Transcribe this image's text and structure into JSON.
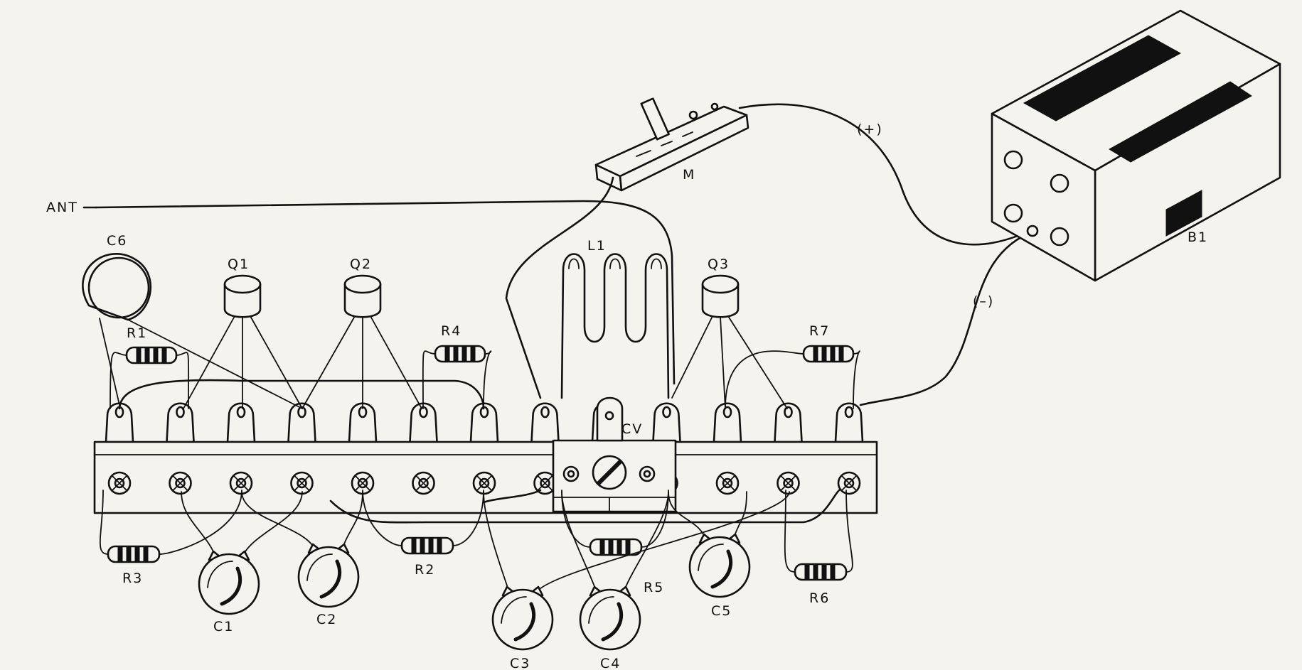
{
  "labels": {
    "ant": "ANT",
    "m": "M",
    "b1": "B1",
    "plus": "(+)",
    "minus": "(–)",
    "l1": "L1",
    "cv": "CV",
    "q1": "Q1",
    "q2": "Q2",
    "q3": "Q3",
    "c1": "C1",
    "c2": "C2",
    "c3": "C3",
    "c4": "C4",
    "c5": "C5",
    "c6": "C6",
    "r1": "R1",
    "r2": "R2",
    "r3": "R3",
    "r4": "R4",
    "r5": "R5",
    "r6": "R6",
    "r7": "R7"
  },
  "terminal_strip": {
    "terminal_count": 13
  }
}
